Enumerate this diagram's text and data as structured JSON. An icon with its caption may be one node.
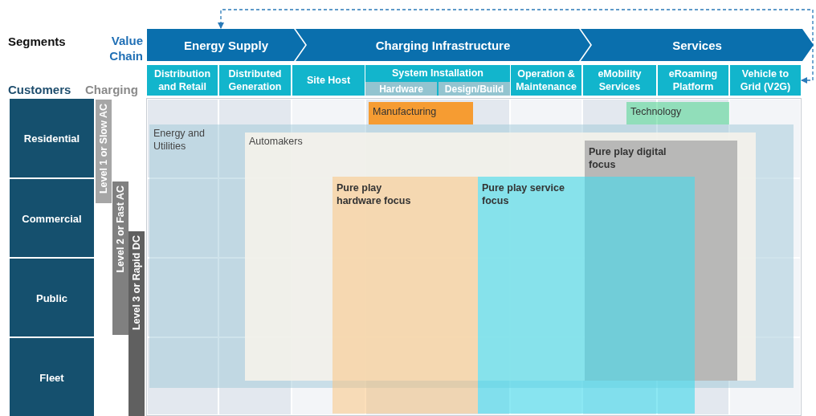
{
  "diagram": {
    "nodes": [
      {
        "text": [
          "Energy Supply"
        ]
      },
      {
        "text": [
          "Charging Infrastructure"
        ]
      },
      {
        "text": [
          "Services"
        ]
      },
      {
        "text": [
          "Distribution and Retail"
        ]
      },
      {
        "text": [
          "Distributed Generation"
        ]
      },
      {
        "text": [
          "Site Host"
        ]
      },
      {
        "text": [
          "System Installation"
        ]
      },
      {
        "text": [
          "Hardware"
        ],
        "in": 6
      },
      {
        "text": [
          "Design/Build"
        ],
        "in": 6
      },
      {
        "text": [
          "Operation & Maintenance"
        ]
      },
      {
        "text": [
          "eMobility Services"
        ]
      },
      {
        "text": [
          "eRoaming Platform"
        ]
      },
      {
        "text": [
          "Vehicle to Grid (V2G)"
        ]
      },
      {
        "text": [
          "Residential"
        ]
      },
      {
        "text": [
          "Commercial"
        ]
      },
      {
        "text": [
          "Public"
        ]
      },
      {
        "text": [
          "Fleet"
        ]
      },
      {
        "text": [
          "Level 1 or Slow AC"
        ]
      },
      {
        "text": [
          "Level 2 or Fast AC"
        ]
      },
      {
        "text": [
          "Level 3 or Rapid DC"
        ]
      },
      {
        "text": [
          "Manufacturing"
        ]
      },
      {
        "text": [
          "Technology"
        ]
      },
      {
        "text": [
          "Energy and Utilities"
        ]
      },
      {
        "text": [
          "Automakers"
        ],
        "in": 22
      },
      {
        "text": [
          "Pure play digital focus"
        ],
        "in": 23
      },
      {
        "text": [
          "Pure play hardware focus"
        ]
      },
      {
        "text": [
          "Pure play service focus"
        ]
      }
    ],
    "edges": [
      {
        "from": 12,
        "to": 0,
        "arrow": "both",
        "style": "dashed",
        "color": "#2a7ab8"
      }
    ],
    "labels": [
      "Segments",
      "Value Chain",
      "Customers",
      "Charging"
    ]
  }
}
